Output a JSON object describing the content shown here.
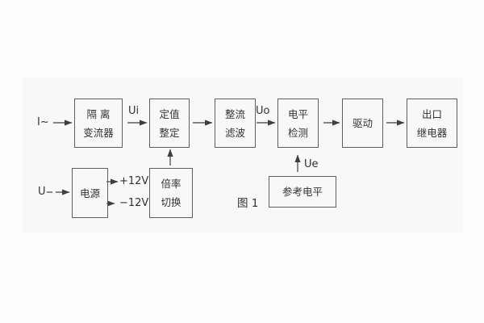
{
  "figure": {
    "caption": "图 1",
    "type": "block-diagram"
  },
  "colors": {
    "page_bg": "#fdfdfd",
    "panel_bg": "#f8f8f8",
    "box_border": "#5f5f5f",
    "line": "#3f3f3f",
    "text": "#333333"
  },
  "diagram": {
    "boxes": {
      "isolation": {
        "line1": "隔 离",
        "line2": "变流器"
      },
      "setting": {
        "line1": "定值",
        "line2": "整定"
      },
      "rectifier": {
        "line1": "整流",
        "line2": "滤波"
      },
      "level": {
        "line1": "电平",
        "line2": "检测"
      },
      "drive": {
        "line1": "驱动"
      },
      "output": {
        "line1": "出口",
        "line2": "继电器"
      },
      "power": {
        "line1": "电源"
      },
      "ratio": {
        "line1": "倍率",
        "line2": "切换"
      },
      "reference": {
        "line1": "参考电平"
      }
    },
    "labels": {
      "input_current": "I~",
      "input_voltage": "U",
      "ui": "Ui",
      "uo": "Uo",
      "ue": "Ue",
      "plus12v": "+12V",
      "minus12v": "−12V"
    }
  }
}
